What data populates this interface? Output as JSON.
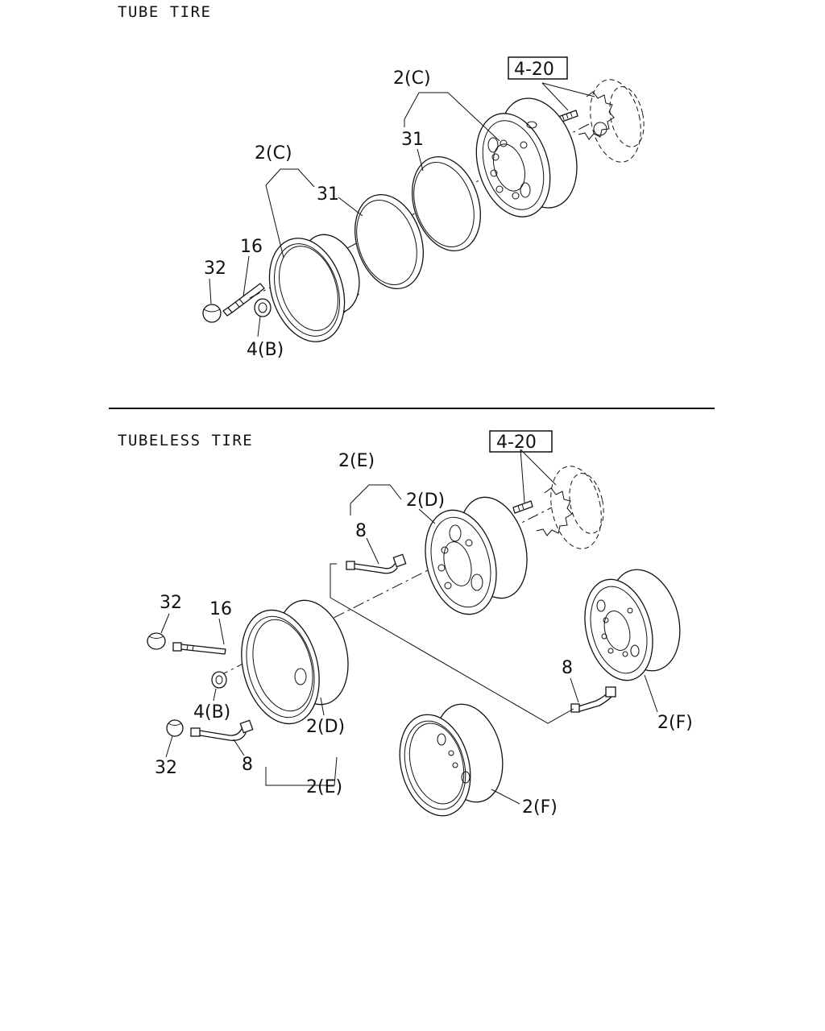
{
  "sections": {
    "tube": {
      "title": "TUBE TIRE",
      "callouts": {
        "ref_box": "4-20",
        "disc_upper": "2(C)",
        "ring_upper": "31",
        "disc_lower": "2(C)",
        "ring_lower": "31",
        "stud": "16",
        "cap": "32",
        "nut": "4(B)"
      }
    },
    "tubeless": {
      "title": "TUBELESS TIRE",
      "callouts": {
        "ref_box": "4-20",
        "valve_group_upper": "2(E)",
        "disc_upper": "2(D)",
        "valve_upper": "8",
        "cap_upper": "32",
        "stud": "16",
        "nut": "4(B)",
        "disc_lower": "2(D)",
        "cap_lower": "32",
        "valve_lower": "8",
        "valve_group_lower": "2(E)",
        "valve_right": "8",
        "disc_right": "2(F)",
        "disc_bottom": "2(F)"
      }
    }
  }
}
